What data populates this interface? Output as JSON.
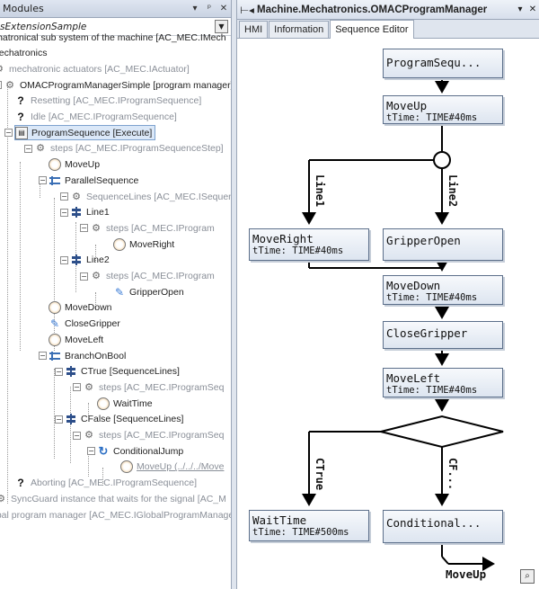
{
  "modules_panel": {
    "title": "Modules",
    "header_buttons": [
      "▾",
      "ᵖ",
      "✕"
    ],
    "project_combo_value": "sExtensionSample",
    "tree": [
      {
        "text": "echatronical sub system of the machine [AC_MEC.IMech",
        "style": "normal",
        "icon": ""
      },
      {
        "text": "Mechatronics",
        "style": "normal",
        "icon": ""
      },
      {
        "text": "mechatronic actuators [AC_MEC.IActuator]",
        "style": "grey",
        "icon": "gear-icon"
      },
      {
        "text": "OMACProgramManagerSimple [program manager]",
        "style": "normal",
        "icon": "gear-icon"
      },
      {
        "text": "Resetting [AC_MEC.IProgramSequence]",
        "style": "grey",
        "icon": "question-icon"
      },
      {
        "text": "Idle [AC_MEC.IProgramSequence]",
        "style": "grey",
        "icon": "question-icon"
      },
      {
        "text": "ProgramSequence [Execute]",
        "style": "selected",
        "icon": "program-icon"
      },
      {
        "text": "steps [AC_MEC.IProgramSequenceStep]",
        "style": "grey",
        "icon": "gear-icon"
      },
      {
        "text": "MoveUp",
        "style": "normal",
        "icon": "clock-icon"
      },
      {
        "text": "ParallelSequence",
        "style": "normal",
        "icon": "parallel-icon"
      },
      {
        "text": "SequenceLines [AC_MEC.ISequen",
        "style": "grey",
        "icon": "gear-icon"
      },
      {
        "text": "Line1",
        "style": "normal",
        "icon": "sequence-icon"
      },
      {
        "text": "steps [AC_MEC.IProgram",
        "style": "grey",
        "icon": "gear-icon"
      },
      {
        "text": "MoveRight",
        "style": "normal",
        "icon": "clock-icon"
      },
      {
        "text": "Line2",
        "style": "normal",
        "icon": "sequence-icon"
      },
      {
        "text": "steps [AC_MEC.IProgram",
        "style": "grey",
        "icon": "gear-icon"
      },
      {
        "text": "GripperOpen",
        "style": "normal",
        "icon": "pen-icon"
      },
      {
        "text": "MoveDown",
        "style": "normal",
        "icon": "clock-icon"
      },
      {
        "text": "CloseGripper",
        "style": "normal",
        "icon": "pen-icon"
      },
      {
        "text": "MoveLeft",
        "style": "normal",
        "icon": "clock-icon"
      },
      {
        "text": "BranchOnBool",
        "style": "normal",
        "icon": "branch-icon"
      },
      {
        "text": "CTrue [SequenceLines]",
        "style": "normal",
        "icon": "sequence-icon"
      },
      {
        "text": "steps [AC_MEC.IProgramSeq",
        "style": "grey",
        "icon": "gear-icon"
      },
      {
        "text": "WaitTime",
        "style": "normal",
        "icon": "clock-icon"
      },
      {
        "text": "CFalse [SequenceLines]",
        "style": "normal",
        "icon": "sequence-icon"
      },
      {
        "text": "steps [AC_MEC.IProgramSeq",
        "style": "grey",
        "icon": "gear-icon"
      },
      {
        "text": "ConditionalJump",
        "style": "normal",
        "icon": "loop-icon"
      },
      {
        "text": "MoveUp (../../../Move",
        "style": "link",
        "icon": "clock-icon"
      },
      {
        "text": "Aborting [AC_MEC.IProgramSequence]",
        "style": "grey",
        "icon": "question-icon"
      },
      {
        "text": "SyncGuard instance that waits for the signal [AC_M",
        "style": "grey",
        "icon": "gear-icon"
      },
      {
        "text": "obal program manager [AC_MEC.IGlobalProgramManage",
        "style": "grey",
        "icon": ""
      }
    ]
  },
  "editor_panel": {
    "title": "Machine.Mechatronics.OMACProgramManager",
    "header_buttons": [
      "▾",
      "✕"
    ],
    "tabs": [
      {
        "label": "HMI",
        "active": false
      },
      {
        "label": "Information",
        "active": false
      },
      {
        "label": "Sequence Editor",
        "active": true
      }
    ]
  },
  "sequence_diagram": {
    "nodes": {
      "program_sequence": {
        "name": "ProgramSequ...",
        "param": ""
      },
      "move_up": {
        "name": "MoveUp",
        "param": "tTime: TIME#40ms"
      },
      "move_right": {
        "name": "MoveRight",
        "param": "tTime: TIME#40ms"
      },
      "gripper_open": {
        "name": "GripperOpen",
        "param": ""
      },
      "move_down": {
        "name": "MoveDown",
        "param": "tTime: TIME#40ms"
      },
      "close_gripper": {
        "name": "CloseGripper",
        "param": ""
      },
      "move_left": {
        "name": "MoveLeft",
        "param": "tTime: TIME#40ms"
      },
      "wait_time": {
        "name": "WaitTime",
        "param": "tTime: TIME#500ms"
      },
      "conditional": {
        "name": "Conditional...",
        "param": ""
      }
    },
    "branch_labels": {
      "line1": "Line1",
      "line2": "Line2",
      "ctrue": "CTrue",
      "cfalse": "CF..."
    },
    "exit_label": "MoveUp"
  }
}
